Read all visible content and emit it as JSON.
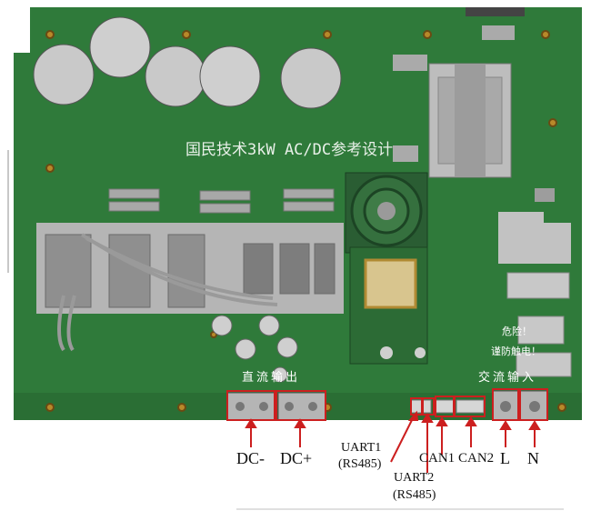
{
  "board": {
    "title": "国民技术3kW AC/DC参考设计",
    "dc_output": "直流输出",
    "ac_input": "交流输入",
    "warning_line1": "危险！",
    "warning_line2": "谨防触电！"
  },
  "labels": {
    "dc_minus": "DC-",
    "dc_plus": "DC+",
    "uart1": "UART1",
    "uart1_sub": "(RS485)",
    "uart2": "UART2",
    "uart2_sub": "(RS485)",
    "can1": "CAN1",
    "can2": "CAN2",
    "l": "L",
    "n": "N"
  },
  "colors": {
    "pcb": "#2f7a3a",
    "pcb_dark": "#1f5a28",
    "annotation": "#cc1f1f"
  }
}
